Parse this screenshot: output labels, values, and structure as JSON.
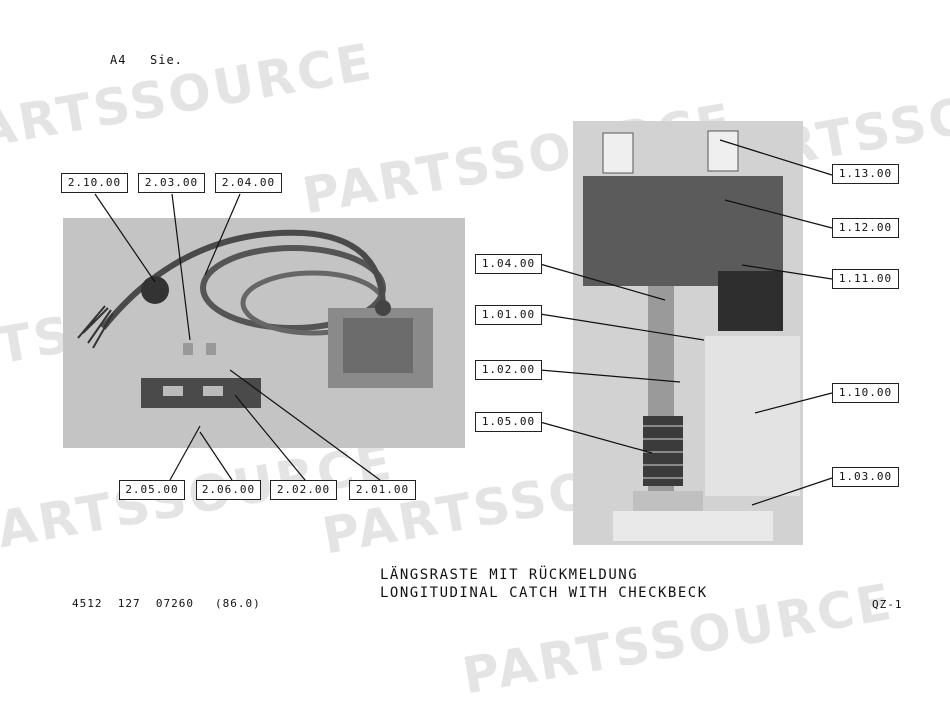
{
  "header": {
    "sheet": "A4",
    "lang": "Sie."
  },
  "watermark": "PARTSSOURCE",
  "labels_left": [
    "2.10.00",
    "2.03.00",
    "2.04.00",
    "2.05.00",
    "2.06.00",
    "2.02.00",
    "2.01.00"
  ],
  "labels_right": [
    "1.13.00",
    "1.12.00",
    "1.11.00",
    "1.04.00",
    "1.01.00",
    "1.02.00",
    "1.10.00",
    "1.05.00",
    "1.03.00"
  ],
  "title": {
    "de": "LÄNGSRASTE MIT RÜCKMELDUNG",
    "en": "LONGITUDINAL CATCH WITH CHECKBECK"
  },
  "footer": {
    "docnum": "4512  127  07260",
    "version": "(86.0)",
    "page": "QZ-1"
  }
}
